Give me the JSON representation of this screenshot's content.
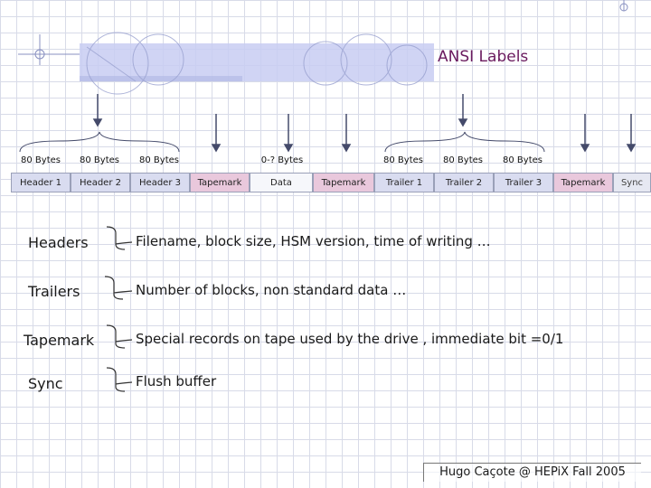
{
  "title": "ANSI Labels",
  "tape": {
    "sizes": [
      "80 Bytes",
      "80 Bytes",
      "80 Bytes",
      "0-? Bytes",
      "80 Bytes",
      "80 Bytes",
      "80 Bytes"
    ],
    "cells": [
      "Header 1",
      "Header 2",
      "Header 3",
      "Tapemark",
      "Data",
      "Tapemark",
      "Trailer 1",
      "Trailer 2",
      "Trailer 3",
      "Tapemark",
      "Sync"
    ]
  },
  "definitions": [
    {
      "term": "Headers",
      "description": "Filename, block size, HSM version, time of writing …"
    },
    {
      "term": "Trailers",
      "description": "Number of blocks, non standard data …"
    },
    {
      "term": "Tapemark",
      "description": "Special records on tape used by the drive , immediate bit =0/1"
    },
    {
      "term": "Sync",
      "description": "Flush buffer"
    }
  ],
  "footer": "Hugo Caçote @ HEPiX Fall 2005",
  "colors": {
    "title": "#6a1a5e",
    "header_cells": "#d9dcf0",
    "tapemark_cells": "#e9c8dc",
    "banner": "#c8cdf2"
  }
}
